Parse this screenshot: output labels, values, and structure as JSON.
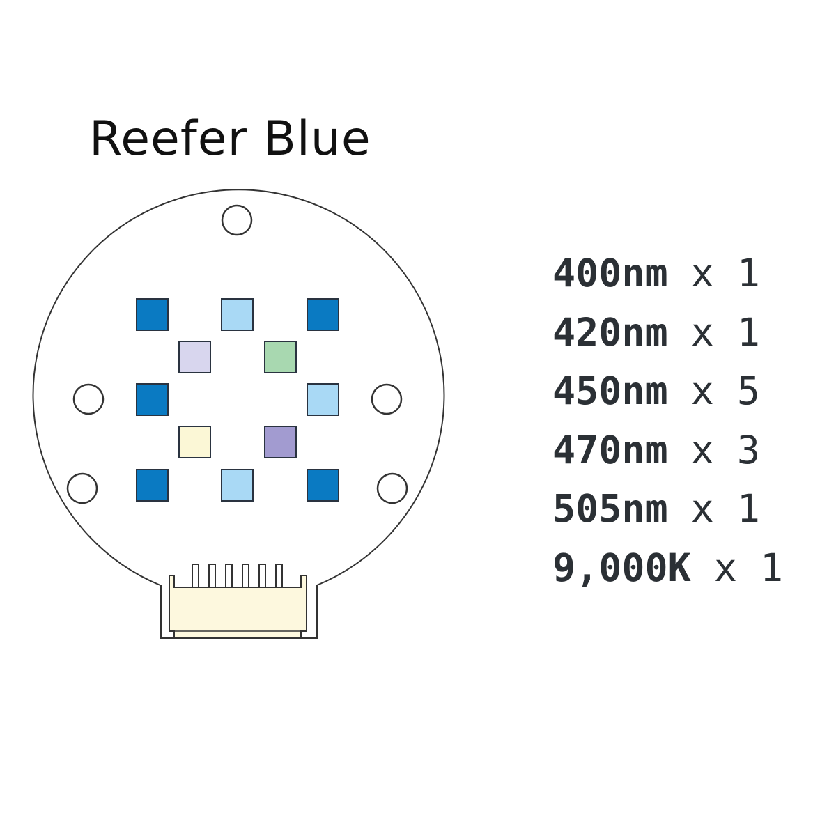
{
  "title": "Reefer Blue",
  "specs": [
    {
      "wavelength": "400nm",
      "count": "x 1"
    },
    {
      "wavelength": "420nm",
      "count": "x 1"
    },
    {
      "wavelength": "450nm",
      "count": "x 5"
    },
    {
      "wavelength": "470nm",
      "count": "x 3"
    },
    {
      "wavelength": "505nm",
      "count": "x 1"
    },
    {
      "wavelength": "9,000K",
      "count": "x 1"
    }
  ],
  "colors": {
    "led_deep_blue": "#0a7ac2",
    "led_light_blue": "#a9d9f5",
    "led_lavender": "#d8d6ee",
    "led_green": "#a8d8b0",
    "led_cream": "#fbf7d6",
    "led_violet": "#a29bd0",
    "connector": "#fdf8de"
  }
}
